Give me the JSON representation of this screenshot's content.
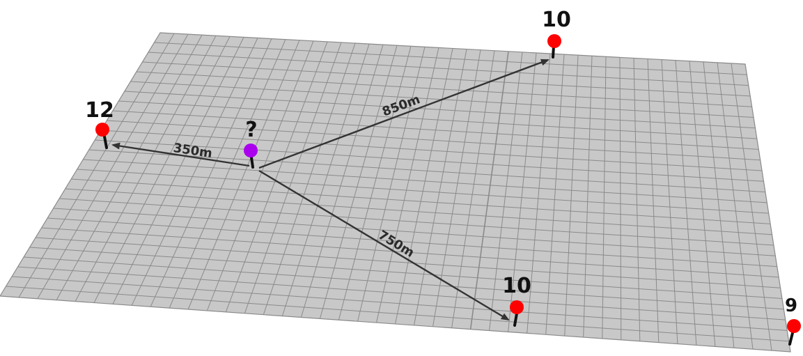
{
  "colors": {
    "plane": "#c8c8c8",
    "grid": "#8a8a8a",
    "arrow": "#333333",
    "known_pin": "#ff0000",
    "unknown_pin": "#aa00ee",
    "pin_stem": "#111111"
  },
  "pins": [
    {
      "id": "pin-top",
      "label": "10",
      "kind": "known"
    },
    {
      "id": "pin-left",
      "label": "12",
      "kind": "known"
    },
    {
      "id": "pin-bottom",
      "label": "10",
      "kind": "known"
    },
    {
      "id": "pin-corner",
      "label": "9",
      "kind": "known"
    },
    {
      "id": "pin-unknown",
      "label": "?",
      "kind": "unknown"
    }
  ],
  "distances": [
    {
      "id": "to-left",
      "label": "350m"
    },
    {
      "id": "to-top",
      "label": "850m"
    },
    {
      "id": "to-bottom",
      "label": "750m"
    }
  ]
}
